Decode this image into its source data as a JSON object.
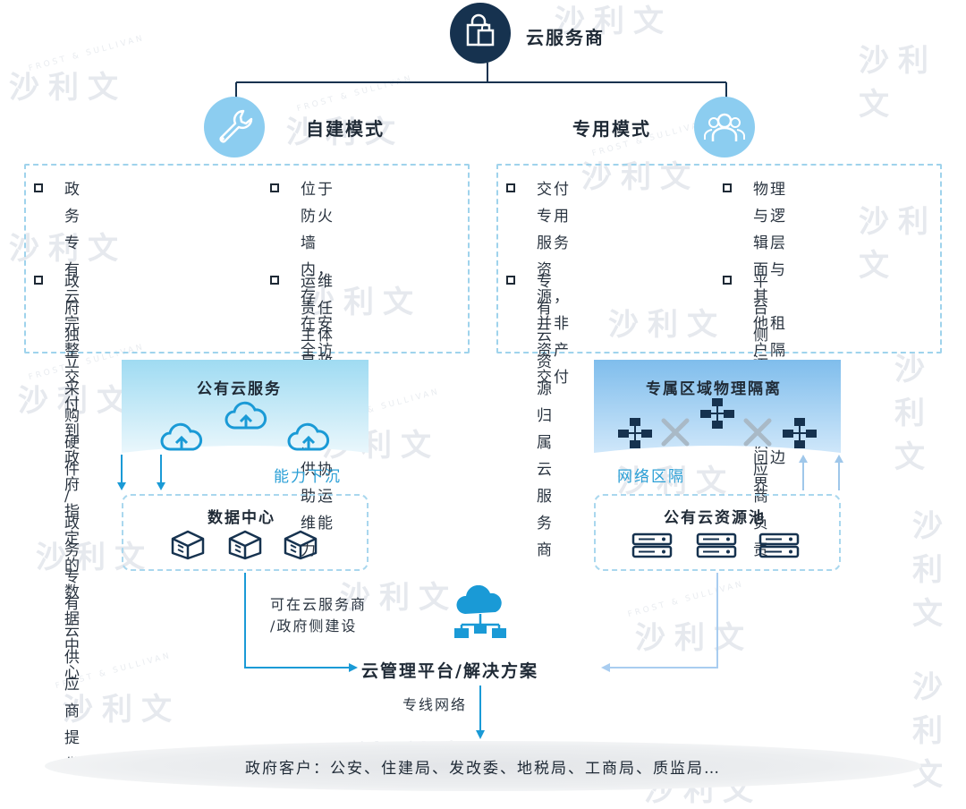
{
  "top": {
    "title": "云服务商",
    "icon": "shopping-bag-icon"
  },
  "left": {
    "title": "自建模式",
    "icon": "wrench-icon",
    "items": [
      {
        "lines": [
          "政务专有云完整交",
          "付到政府指定的数",
          "据中心"
        ]
      },
      {
        "lines": [
          "位于防火墙内，存",
          "在安全访问边界"
        ]
      },
      {
        "lines": [
          "政府独立采购硬件",
          "/政务专有云供应",
          "商提供"
        ]
      },
      {
        "lines": [
          "运维责任主体是政",
          "府，提供商提供协",
          "助运维能力"
        ]
      }
    ],
    "band_title": "公有云服务",
    "band_side_label": "能力下沉",
    "node_title": "数据中心",
    "node_note_lines": [
      "可在云服务商",
      "/政府侧建设"
    ]
  },
  "right": {
    "title": "专用模式",
    "icon": "users-icon",
    "items": [
      {
        "lines": [
          "交付专用服务资源，",
          "并非资产交付"
        ]
      },
      {
        "lines": [
          "物理与逻辑层面与其",
          "他租户隔离，存在访",
          "问边界"
        ]
      },
      {
        "lines": [
          "专有云资源归属云",
          "服务商"
        ]
      },
      {
        "lines": [
          "平台侧运维由供应商",
          "负责"
        ]
      }
    ],
    "band_title": "专属区域物理隔离",
    "band_side_label": "网络区隔",
    "node_title": "公有云资源池"
  },
  "center": {
    "platform_label": "云管理平台/解决方案",
    "line_label": "专线网络",
    "icon": "cloud-network-icon"
  },
  "bottom": {
    "customer_label": "政府客户：公安、住建局、发改委、地税局、工商局、质监局…"
  },
  "watermark": {
    "text": "沙利文",
    "sub": "FROST & SULLIVAN"
  },
  "colors": {
    "navy": "#16324f",
    "light_blue": "#9fd3ec",
    "accent_blue": "#2a9fd6",
    "band_left": "#bfe5f3",
    "band_right": "#8cc6ef"
  }
}
